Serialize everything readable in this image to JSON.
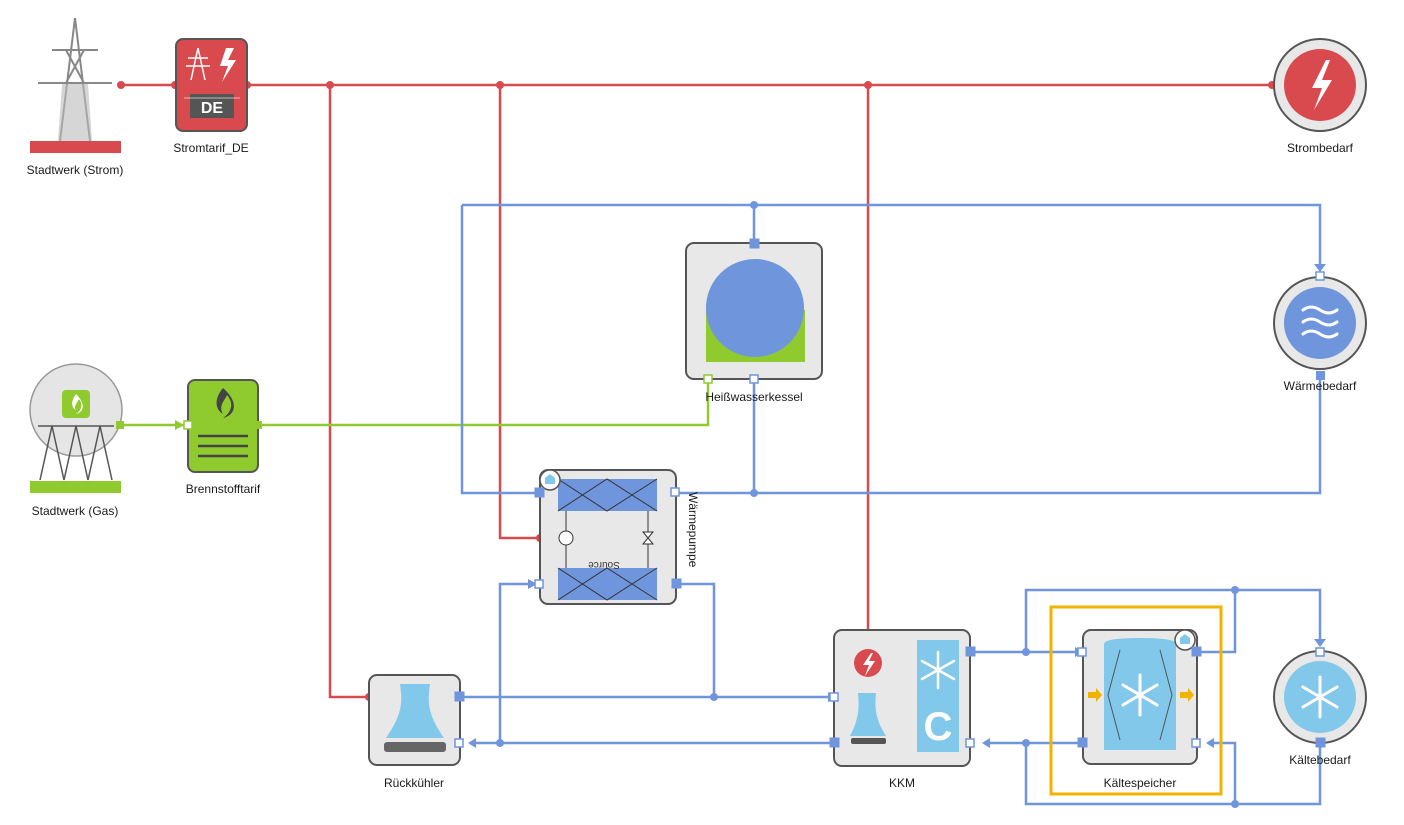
{
  "components": {
    "stadtwerk_strom": "Stadtwerk (Strom)",
    "stromtarif": "Stromtarif_DE",
    "stromtarif_badge": "DE",
    "strombedarf": "Strombedarf",
    "stadtwerk_gas": "Stadtwerk (Gas)",
    "brennstofftarif": "Brennstofftarif",
    "heisswasserkessel": "Heißwasserkessel",
    "waermebedarf": "Wärmebedarf",
    "waermepumpe": "Wärmepumpe",
    "waermepumpe_source": "Source",
    "rueckkuehler": "Rückkühler",
    "kkm": "KKM",
    "kkm_badge": "C",
    "kaeltespeicher": "Kältespeicher",
    "kaeltebedarf": "Kältebedarf"
  },
  "colors": {
    "power": "#d94a4f",
    "water": "#6f95dc",
    "gas": "#8fcb2e",
    "cold": "#82c8ea",
    "selection": "#f2b200",
    "box_fill": "#e8e8e8",
    "box_stroke": "#555555"
  },
  "selected_component": "Kältespeicher"
}
